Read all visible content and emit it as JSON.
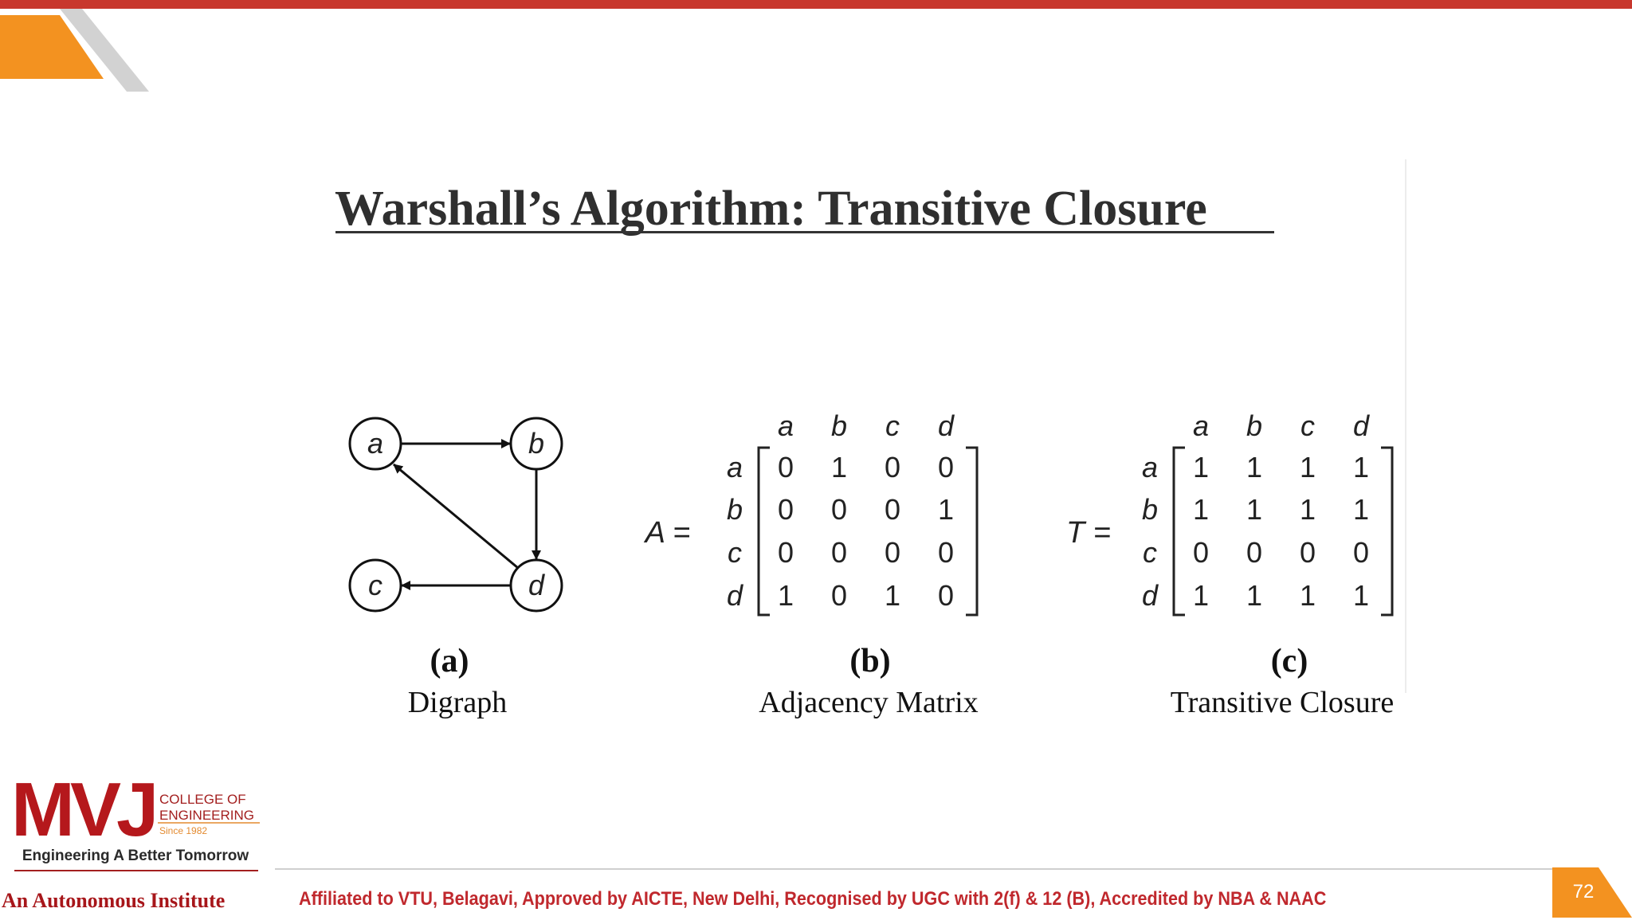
{
  "slide": {
    "title": "Warshall’s  Algorithm: Transitive Closure",
    "page_number": "72"
  },
  "digraph": {
    "nodes": [
      "a",
      "b",
      "c",
      "d"
    ],
    "edges": [
      [
        "a",
        "b"
      ],
      [
        "b",
        "d"
      ],
      [
        "d",
        "a"
      ],
      [
        "d",
        "c"
      ]
    ],
    "caption_letter": "(a)",
    "caption_name": "Digraph"
  },
  "adjacency": {
    "symbol": "A =",
    "col_labels": [
      "a",
      "b",
      "c",
      "d"
    ],
    "row_labels": [
      "a",
      "b",
      "c",
      "d"
    ],
    "rows": [
      [
        "0",
        "1",
        "0",
        "0"
      ],
      [
        "0",
        "0",
        "0",
        "1"
      ],
      [
        "0",
        "0",
        "0",
        "0"
      ],
      [
        "1",
        "0",
        "1",
        "0"
      ]
    ],
    "caption_letter": "(b)",
    "caption_name": "Adjacency Matrix"
  },
  "closure": {
    "symbol": "T =",
    "col_labels": [
      "a",
      "b",
      "c",
      "d"
    ],
    "row_labels": [
      "a",
      "b",
      "c",
      "d"
    ],
    "rows": [
      [
        "1",
        "1",
        "1",
        "1"
      ],
      [
        "1",
        "1",
        "1",
        "1"
      ],
      [
        "0",
        "0",
        "0",
        "0"
      ],
      [
        "1",
        "1",
        "1",
        "1"
      ]
    ],
    "caption_letter": "(c)",
    "caption_name": "Transitive Closure"
  },
  "logo": {
    "letters": "MVJ",
    "line1": "COLLEGE OF",
    "line2": "ENGINEERING",
    "since": "Since 1982",
    "tagline": "Engineering A Better Tomorrow"
  },
  "footer": {
    "autonomous": "An Autonomous Institute",
    "affiliation": "Affiliated to VTU, Belagavi, Approved by AICTE, New Delhi, Recognised by UGC with 2(f) & 12 (B), Accredited by NBA & NAAC"
  },
  "colors": {
    "accent_red": "#c8372d",
    "accent_orange": "#f39220",
    "footer_red": "#c0282d"
  }
}
